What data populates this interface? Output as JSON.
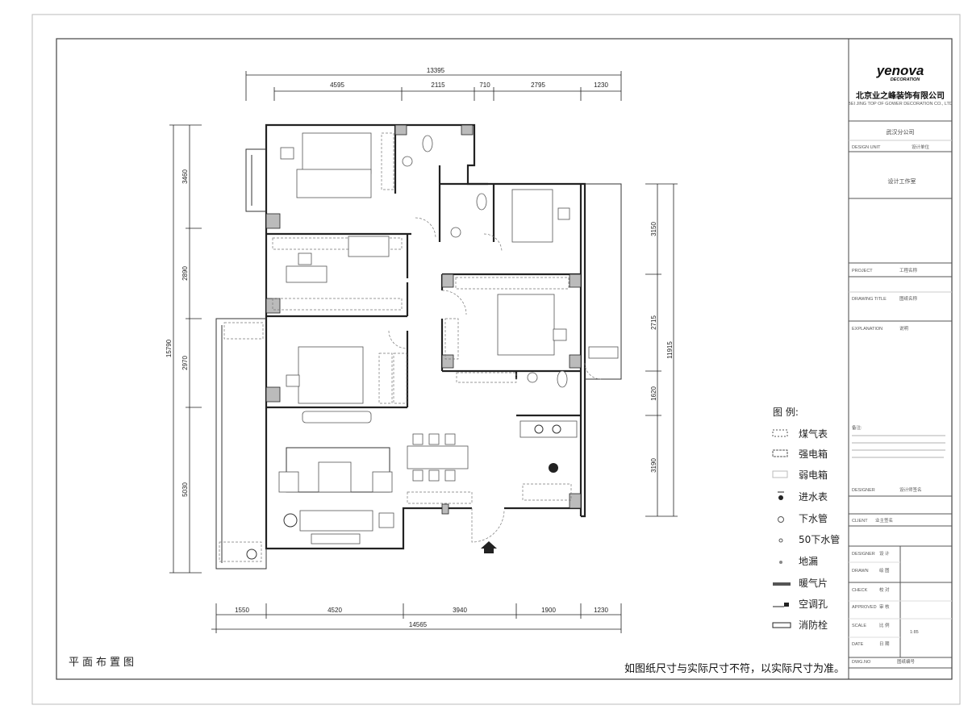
{
  "drawing_title": "平面布置图",
  "note": "如图纸尺寸与实际尺寸不符，以实际尺寸为准。",
  "dimensions": {
    "top_total": "13395",
    "top": [
      "4595",
      "2115",
      "710",
      "2795",
      "1230"
    ],
    "left_total": "15790",
    "left": [
      "3460",
      "2890",
      "2970",
      "5030"
    ],
    "right_total": "11915",
    "right": [
      "3150",
      "2715",
      "1620",
      "3190"
    ],
    "bottom_total": "14565",
    "bottom": [
      "1550",
      "4520",
      "3940",
      "1900",
      "1230"
    ]
  },
  "legend": {
    "title": "图 例:",
    "items": [
      {
        "icon": "gas-meter-icon",
        "label": "煤气表"
      },
      {
        "icon": "strong-power-box-icon",
        "label": "强电箱"
      },
      {
        "icon": "weak-power-box-icon",
        "label": "弱电箱"
      },
      {
        "icon": "water-meter-icon",
        "label": "进水表"
      },
      {
        "icon": "drain-pipe-icon",
        "label": "下水管"
      },
      {
        "icon": "drain-pipe-50-icon",
        "label": "50下水管"
      },
      {
        "icon": "floor-drain-icon",
        "label": "地漏"
      },
      {
        "icon": "radiator-icon",
        "label": "暖气片"
      },
      {
        "icon": "ac-hole-icon",
        "label": "空调孔"
      },
      {
        "icon": "fire-hydrant-icon",
        "label": "消防栓"
      }
    ]
  },
  "title_block": {
    "logo": "yenova",
    "logo_sub": "DECORATION",
    "company": "北京业之峰装饰有限公司",
    "company_en": "BEI JING TOP OF GOWER DECORATION CO., LTD",
    "branch": "武汉分公司",
    "design_unit_label": "DESIGN UNIT",
    "design_unit_cn": "设计单位",
    "studio": "设计工作室",
    "project_label": "PROJECT",
    "project_cn": "工程名称",
    "drawing_title_label": "DRAWING TITLE",
    "drawing_title_cn": "图纸名称",
    "explanation_label": "EXPLANATION",
    "explanation_cn": "说明",
    "notes_heading": "备注:",
    "designer_label": "DESIGNER",
    "designer_cn": "设计师签名",
    "client_label": "CLIENT",
    "client_cn": "业主签名",
    "rows": [
      {
        "label": "DESIGNER",
        "cn": "设 计"
      },
      {
        "label": "DRAWN",
        "cn": "绘 图"
      },
      {
        "label": "CHECK",
        "cn": "校 对"
      },
      {
        "label": "APPROVED",
        "cn": "审 核"
      },
      {
        "label": "SCALE",
        "cn": "比 例"
      },
      {
        "label": "DATE",
        "cn": "日 期"
      }
    ],
    "scale_value": "1:85",
    "drawing_no_label": "DWG.NO",
    "drawing_no_cn": "图纸编号"
  },
  "colors": {
    "line": "#222222",
    "hatch": "#bbbbbb"
  }
}
